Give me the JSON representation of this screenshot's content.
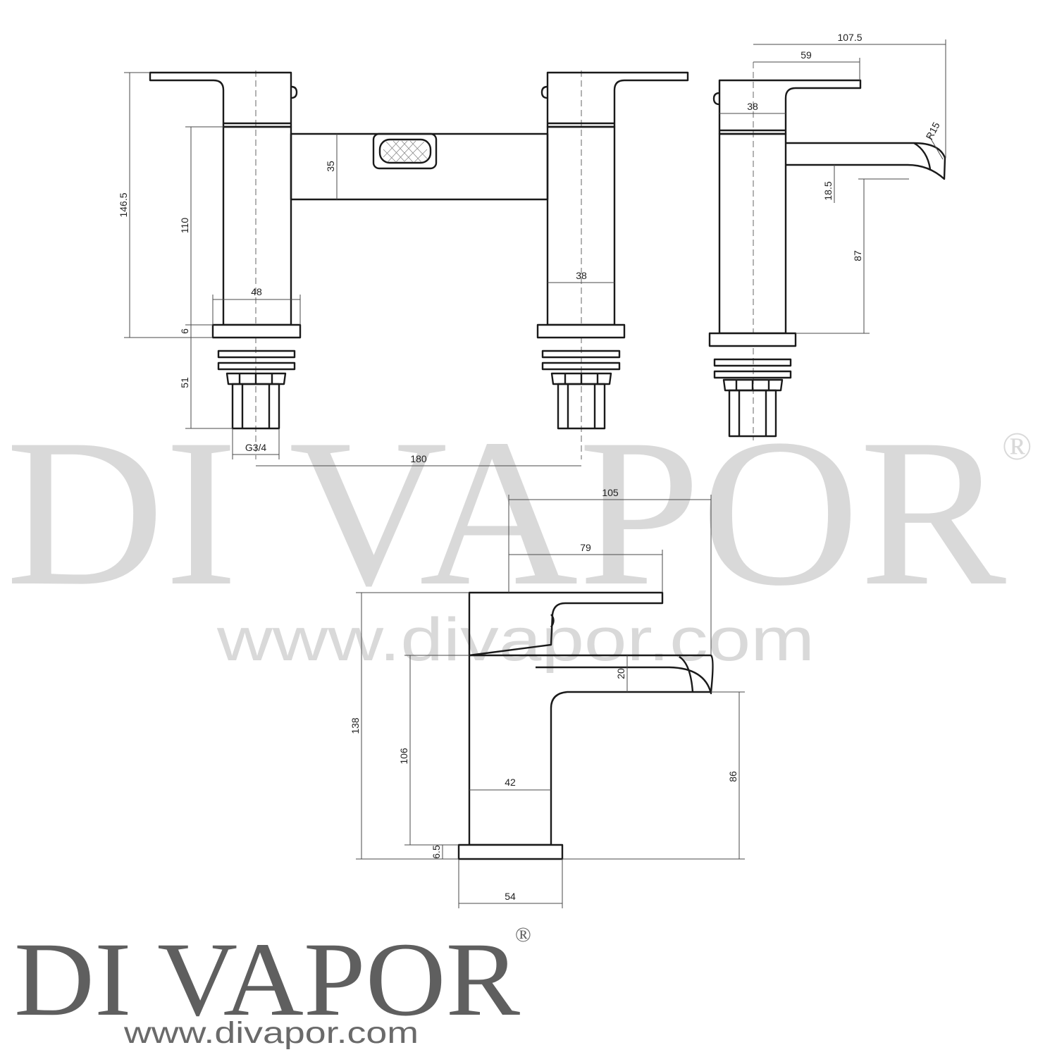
{
  "watermark": {
    "brand": "DI VAPOR",
    "registered": "®",
    "url": "www.divapor.com"
  },
  "logo": {
    "brand": "DI VAPOR",
    "registered": "®",
    "url": "www.divapor.com"
  },
  "dimensions": {
    "bath_mixer_height": "146.5",
    "body_height": "110",
    "bridge_height": "35",
    "base_width": "48",
    "body_width": "38",
    "base_thickness": "6",
    "tail_length": "51",
    "thread": "G3/4",
    "centres": "180",
    "side_depth": "107.5",
    "side_lever": "59",
    "side_body": "38",
    "spout_radius": "R15",
    "spout_opening": "18.5",
    "spout_height": "87",
    "basin_depth": "105",
    "basin_lever": "79",
    "basin_spout_opening": "20",
    "basin_height": "138",
    "basin_body_height": "106",
    "basin_body_width": "42",
    "basin_spout_height": "86",
    "basin_base_thickness": "6.5",
    "basin_base_width": "54"
  }
}
